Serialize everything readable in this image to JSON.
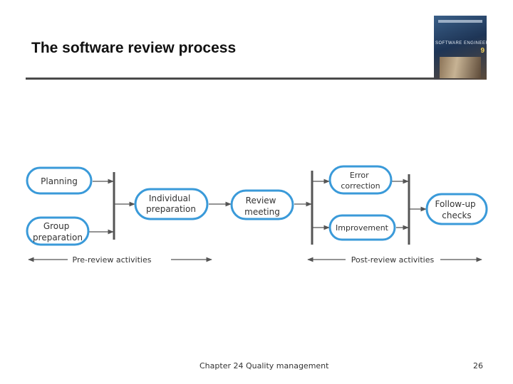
{
  "slide": {
    "title": "The software review process",
    "footer_chapter": "Chapter 24 Quality management",
    "page_number": "26"
  },
  "book_cover": {
    "label": "SOFTWARE ENGINEERING",
    "edition": "9"
  },
  "diagram": {
    "nodes": {
      "planning": [
        "Planning"
      ],
      "group_preparation": [
        "Group",
        "preparation"
      ],
      "individual_preparation": [
        "Individual",
        "preparation"
      ],
      "review_meeting": [
        "Review",
        "meeting"
      ],
      "error_correction": [
        "Error",
        "correction"
      ],
      "improvement": [
        "Improvement"
      ],
      "follow_up_checks": [
        "Follow-up",
        "checks"
      ]
    },
    "phases": {
      "pre_review": "Pre-review activities",
      "post_review": "Post-review activities"
    },
    "colors": {
      "node_border": "#3a9ad9",
      "node_fill": "#ffffff",
      "line": "#555555",
      "text": "#333333"
    }
  }
}
